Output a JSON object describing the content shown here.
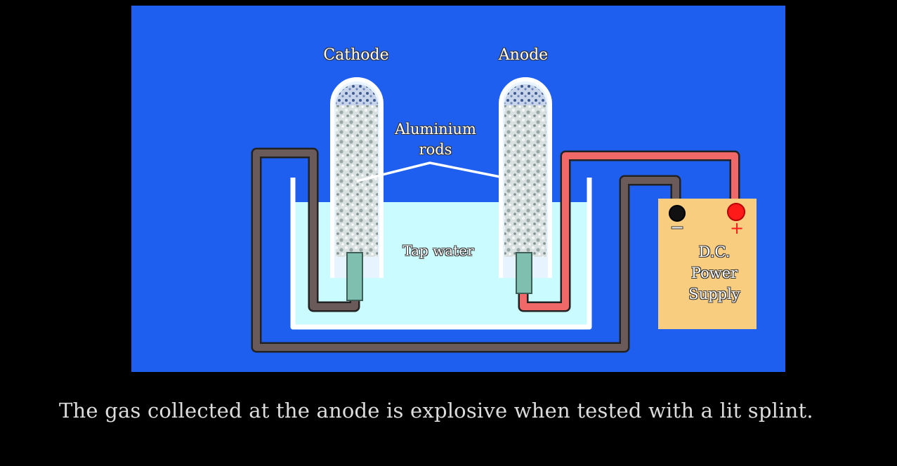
{
  "diagram": {
    "labels": {
      "cathode": "Cathode",
      "anode": "Anode",
      "rods_line1": "Aluminium",
      "rods_line2": "rods",
      "water": "Tap water",
      "supply_line1": "D.C.",
      "supply_line2": "Power",
      "supply_line3": "Supply",
      "negative": "−",
      "positive": "+"
    },
    "colors": {
      "background": "#1f5ff0",
      "water": "#c9fbff",
      "negative_wire": "#6b5a5a",
      "positive_wire": "#f06868",
      "power_supply": "#f9cd80",
      "terminal_positive": "#ff1a1a",
      "terminal_negative": "#111111"
    }
  },
  "caption": "The gas collected at the anode is explosive when tested with a lit splint."
}
